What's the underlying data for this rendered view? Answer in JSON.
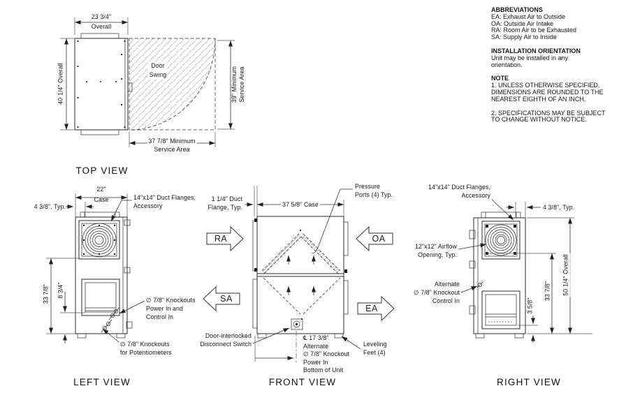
{
  "notes_panel": {
    "abbreviations_title": "ABBREVIATIONS",
    "abbreviations": [
      "EA: Exhaust Air to Outside",
      "OA: Outside Air Intake",
      "RA: Room Air to be Exhausted",
      "SA: Supply Air to Inside"
    ],
    "installation_title": "INSTALLATION ORIENTATION",
    "installation_body": "Unit may be installed in any\norientation.",
    "note_title": "NOTE",
    "note_items": [
      "1. UNLESS OTHERWISE SPECIFIED,\nDIMENSIONS ARE ROUNDED TO THE\nNEAREST EIGHTH OF AN INCH.",
      "2. SPECIFICATIONS MAY BE SUBJECT\nTO CHANGE WITHOUT NOTICE."
    ]
  },
  "top_view": {
    "label": "TOP VIEW",
    "dim_overall_width": "23 3/4\"\nOverall",
    "dim_overall_depth": "40 1/4\" Overall",
    "door_swing_label": "Door\nSwing",
    "dim_service_right": "39\" Minimum\nService Area",
    "dim_service_bottom": "37 7/8\" Minimum\nService Area"
  },
  "left_view": {
    "label": "LEFT VIEW",
    "dim_case": "22\"\nCase",
    "dim_flange_offset": "4 3/8\", Typ.",
    "duct_flange_note": "14\"x14\" Duct Flanges,\nAccessory",
    "dim_opening": "33 7/8\"",
    "dim_bottom": "8 3/4\"",
    "knockouts_power_note": "∅ 7/8\" Knockouts\nPower In and\nControl In",
    "knockouts_pot_note": "∅ 7/8\" Knockouts\nfor Potentiometers"
  },
  "front_view": {
    "label": "FRONT VIEW",
    "pressure_ports_note": "Pressure\nPorts (4) Typ.",
    "duct_flange_note": "1 1/4\" Duct\nFlange, Typ.",
    "dim_case": "37 5/8\" Case",
    "flow_labels": {
      "ra": "RA",
      "oa": "OA",
      "sa": "SA",
      "ea": "EA"
    },
    "disconnect_note": "Door-interlocked\nDisconnect Switch",
    "knockout_note": "℄ 17 3/8\"\nAlternate\n∅ 7/8\" Knockout\nPower In\nBottom of Unit",
    "leveling_note": "Leveling\nFeet (4)"
  },
  "right_view": {
    "label": "RIGHT VIEW",
    "duct_flange_note": "14\"x14\" Duct Flanges,\nAccessory",
    "dim_flange_offset": "4 3/8\", Typ.",
    "airflow_note": "12\"x12\" Airflow\nOpening, Typ.",
    "knockout_note": "Alternate\n∅ 7/8\" Knockout\nControl In",
    "dim_louver": "3 5/8\"",
    "dim_opening": "33 7/8\"",
    "dim_overall": "50 1/4\" Overall"
  }
}
